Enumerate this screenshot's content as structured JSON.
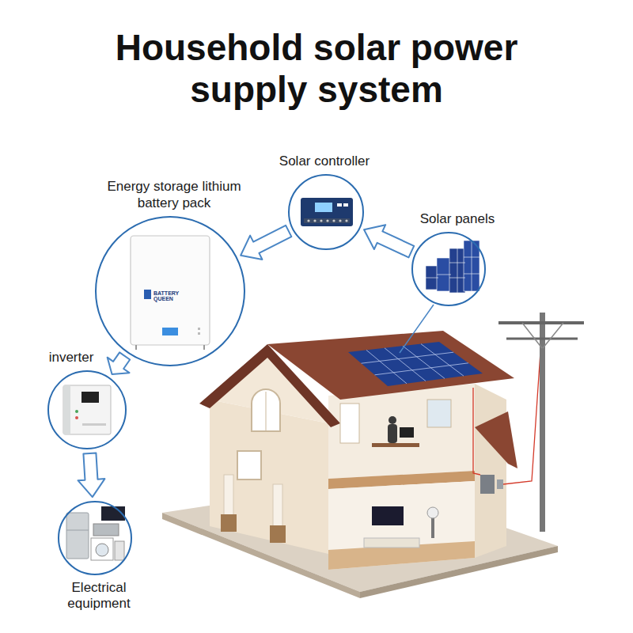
{
  "diagram": {
    "title": "Household solar power supply system",
    "nodes": [
      {
        "text": [
          "Solar controller"
        ]
      },
      {
        "text": [
          "Energy storage lithium battery pack"
        ]
      },
      {
        "text": [
          "Solar panels"
        ]
      },
      {
        "text": [
          "inverter"
        ]
      },
      {
        "text": [
          "Electrical equipment"
        ]
      }
    ],
    "edges": [
      {
        "from": 2,
        "to": 0,
        "arrow": "to"
      },
      {
        "from": 0,
        "to": 1,
        "arrow": "to"
      },
      {
        "from": 1,
        "to": 3,
        "arrow": "to"
      },
      {
        "from": 3,
        "to": 4,
        "arrow": "to"
      }
    ],
    "labels": [
      "BATTERY QUEEN"
    ]
  }
}
